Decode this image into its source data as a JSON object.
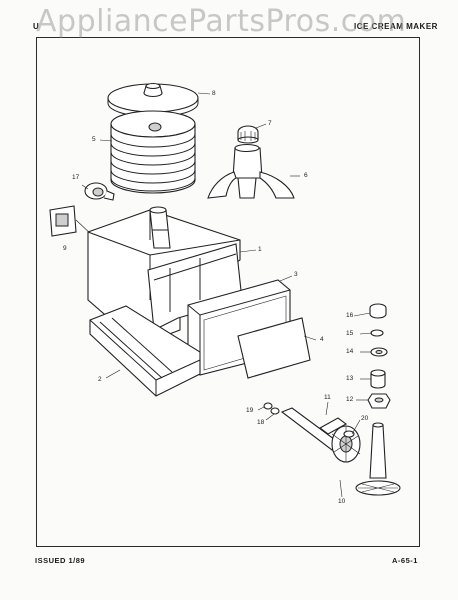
{
  "header": {
    "left": "U",
    "middle": "",
    "right": "ICE CREAM MAKER"
  },
  "watermark": "AppliancePartsPros.com",
  "footer": {
    "issued": "ISSUED 1/89",
    "page_code": "A-65-1"
  },
  "callouts": {
    "c1": "1",
    "c2": "2",
    "c3": "3",
    "c4": "4",
    "c5": "5",
    "c6": "6",
    "c7": "7",
    "c8": "8",
    "c9": "9",
    "c10": "10",
    "c11": "11",
    "c12": "12",
    "c13": "13",
    "c14": "14",
    "c15": "15",
    "c16": "16",
    "c17": "17",
    "c18": "18",
    "c19": "19",
    "c20": "20"
  }
}
